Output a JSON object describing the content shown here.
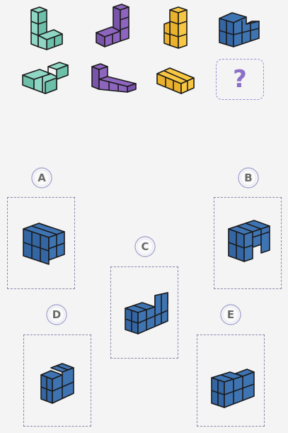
{
  "question_mark": "?",
  "colors": {
    "teal": "#8fd6c4",
    "purple": "#8d65bf",
    "yellow": "#f7c744",
    "blue": "#3f74b3"
  },
  "options": [
    {
      "label": "A"
    },
    {
      "label": "B"
    },
    {
      "label": "C"
    },
    {
      "label": "D"
    },
    {
      "label": "E"
    }
  ]
}
